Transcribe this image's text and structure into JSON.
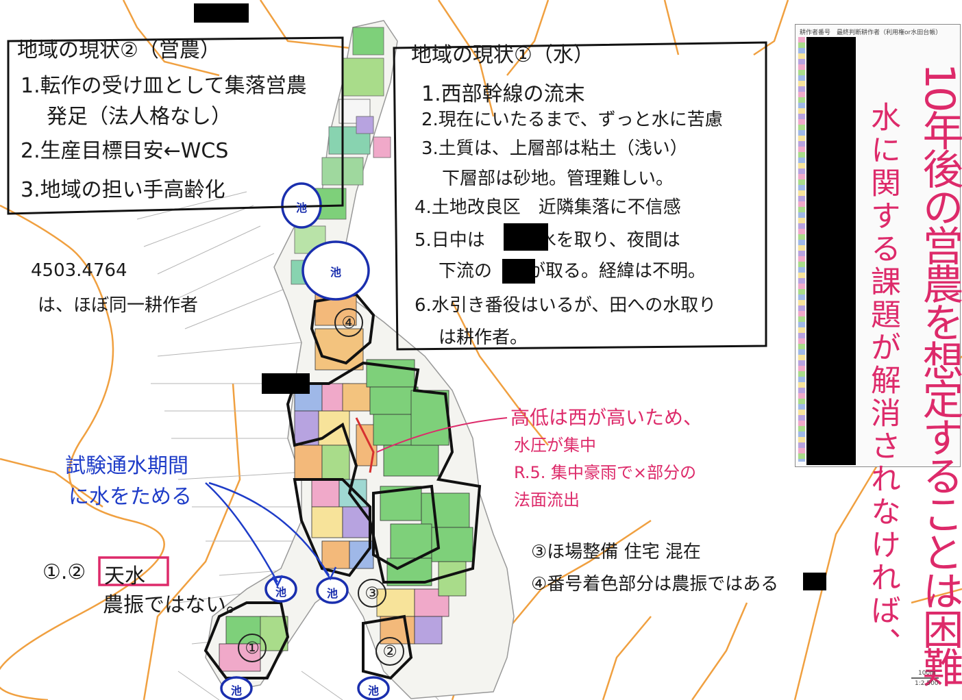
{
  "box_eino": {
    "title": "地域の現状②（営農）",
    "items": [
      "1.転作の受け皿として集落営農",
      "発足（法人格なし）",
      "2.生産目標目安←WCS",
      "3.地域の担い手高齢化"
    ]
  },
  "box_mizu": {
    "title": "地域の現状①（水）",
    "items": [
      "1.西部幹線の流末",
      "2.現在にいたるまで、ずっと水に苦慮",
      "3.土質は、上層部は粘土（浅い）",
      "下層部は砂地。管理難しい。",
      "4.土地改良区　近隣集落に不信感",
      "5.日中は　　が水を取り、夜間は",
      "下流の　　が取る。経緯は不明。",
      "6.水引き番役はいるが、田への水取り",
      "は耕作者。"
    ]
  },
  "note_parcels": [
    "4503.4764",
    "は、ほぼ同一耕作者"
  ],
  "note_test": [
    "試験通水期間",
    "に水をためる"
  ],
  "note_tensui": {
    "prefix": "①.②",
    "highlight": "天水",
    "line2": "農振ではない。"
  },
  "note_pressure": [
    "高低は西が高いため、",
    "水圧が集中",
    "R.5. 集中豪雨で×部分の",
    "法面流出"
  ],
  "note_three": "③ほ場整備 住宅 混在",
  "note_four": "④番号着色部分は農振ではある",
  "right_col1": "10年後の営農を想定することは困難",
  "right_col2": "水に関する課題が解消されなければ、",
  "legend_header": "耕作者番号　最終判断耕作者（利用権or水田台帳）",
  "pond_label": "池",
  "circle_labels": [
    "①",
    "②",
    "③",
    "④"
  ],
  "scale_label": "100m",
  "scale_ratio": "1:2,500",
  "colors": {
    "ink": "#1a1a1a",
    "blue_ink": "#1e3cc8",
    "pink_ink": "#dd2a6a",
    "boundary": "#f0a040",
    "green_field": "#7ed07a",
    "pond": "#1a2fae"
  }
}
